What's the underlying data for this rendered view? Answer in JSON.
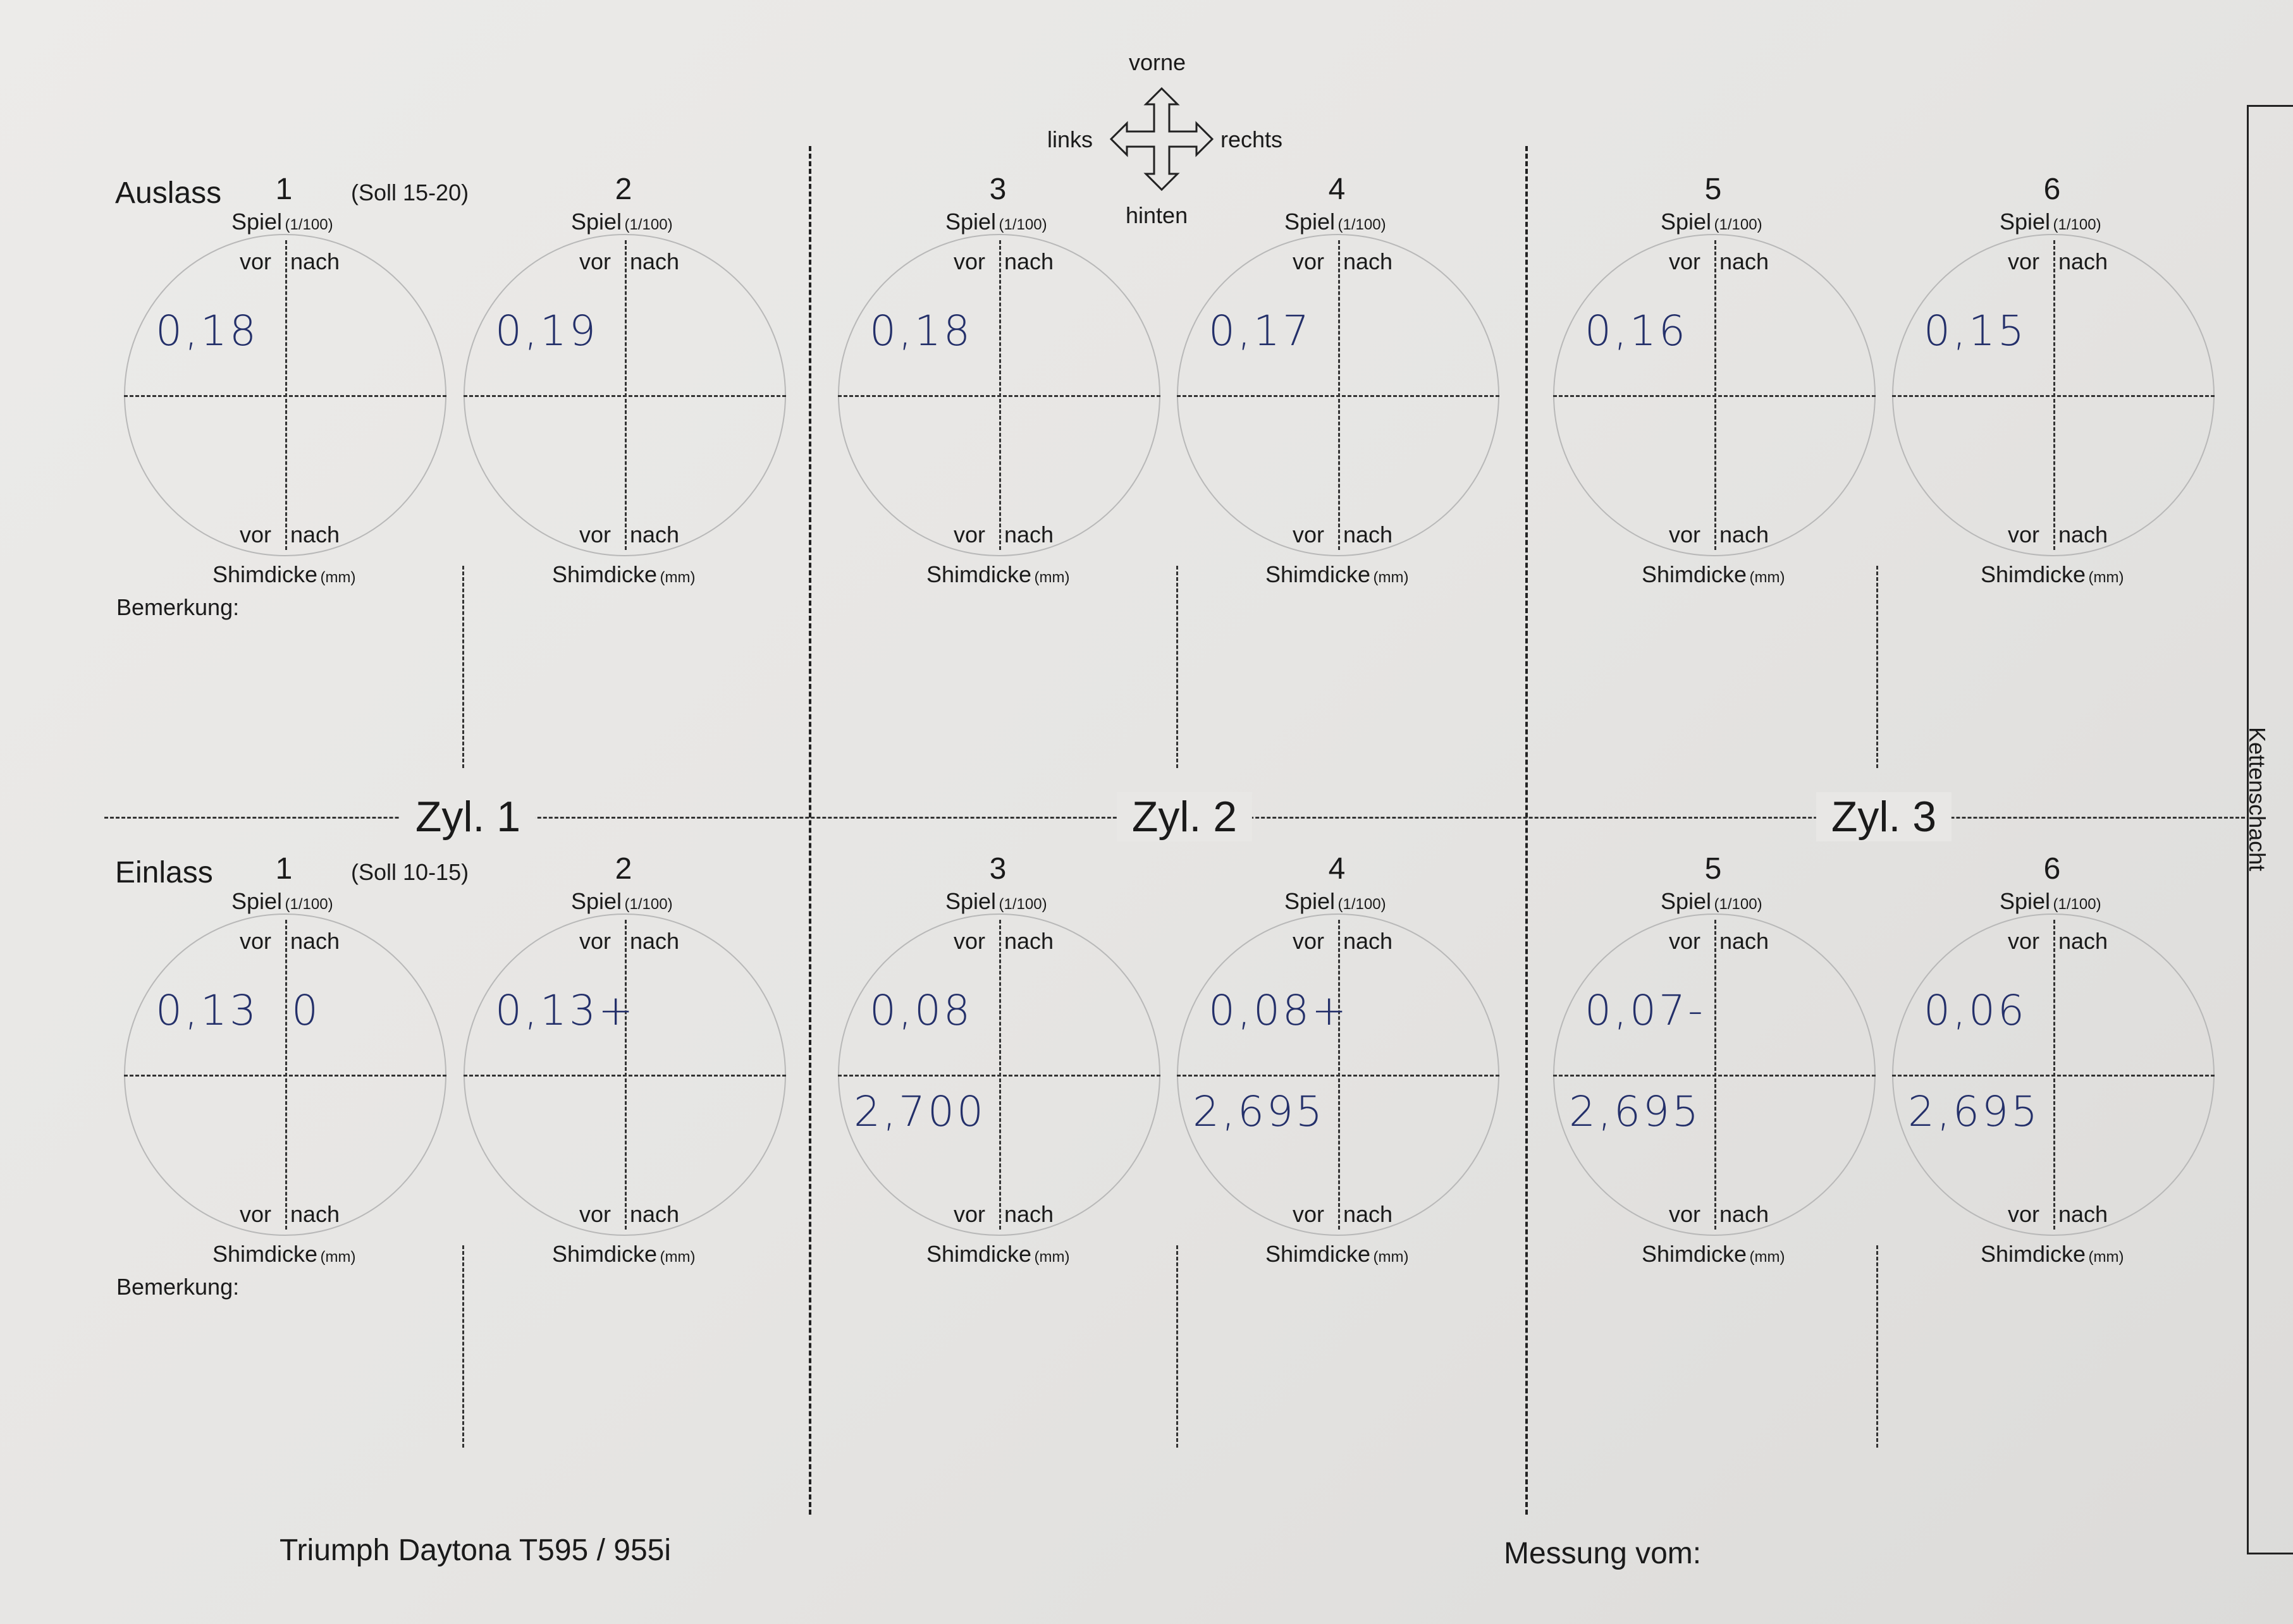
{
  "compass": {
    "front": "vorne",
    "left": "links",
    "right": "rechts",
    "back": "hinten"
  },
  "common": {
    "spiel": "Spiel",
    "spiel_unit": "(1/100)",
    "vor": "vor",
    "nach": "nach",
    "shim": "Shimdicke",
    "shim_unit": "(mm)",
    "remark": "Bemerkung:"
  },
  "outlet": {
    "label": "Auslass",
    "soll": "(Soll 15-20)",
    "valves": [
      {
        "number": "1",
        "vor_top": "0,18",
        "nach_top": "",
        "vor_bottom": ""
      },
      {
        "number": "2",
        "vor_top": "0,19",
        "nach_top": "",
        "vor_bottom": ""
      },
      {
        "number": "3",
        "vor_top": "0,18",
        "nach_top": "",
        "vor_bottom": ""
      },
      {
        "number": "4",
        "vor_top": "0,17",
        "nach_top": "",
        "vor_bottom": ""
      },
      {
        "number": "5",
        "vor_top": "0,16",
        "nach_top": "",
        "vor_bottom": ""
      },
      {
        "number": "6",
        "vor_top": "0,15",
        "nach_top": "",
        "vor_bottom": ""
      }
    ]
  },
  "inlet": {
    "label": "Einlass",
    "soll": "(Soll 10-15)",
    "valves": [
      {
        "number": "1",
        "vor_top": "0,13",
        "nach_top": "0",
        "vor_bottom": ""
      },
      {
        "number": "2",
        "vor_top": "0,13+",
        "nach_top": "",
        "vor_bottom": ""
      },
      {
        "number": "3",
        "vor_top": "0,08",
        "nach_top": "",
        "vor_bottom": "2,700"
      },
      {
        "number": "4",
        "vor_top": "0,08+",
        "nach_top": "",
        "vor_bottom": "2,695"
      },
      {
        "number": "5",
        "vor_top": "0,07-",
        "nach_top": "",
        "vor_bottom": "2,695"
      },
      {
        "number": "6",
        "vor_top": "0,06",
        "nach_top": "",
        "vor_bottom": "2,695"
      }
    ]
  },
  "cylinders": [
    "Zyl. 1",
    "Zyl. 2",
    "Zyl. 3"
  ],
  "footer": {
    "model": "Triumph Daytona T595 / 955i",
    "date_label": "Messung vom:"
  },
  "side_label": "Kettenschacht"
}
